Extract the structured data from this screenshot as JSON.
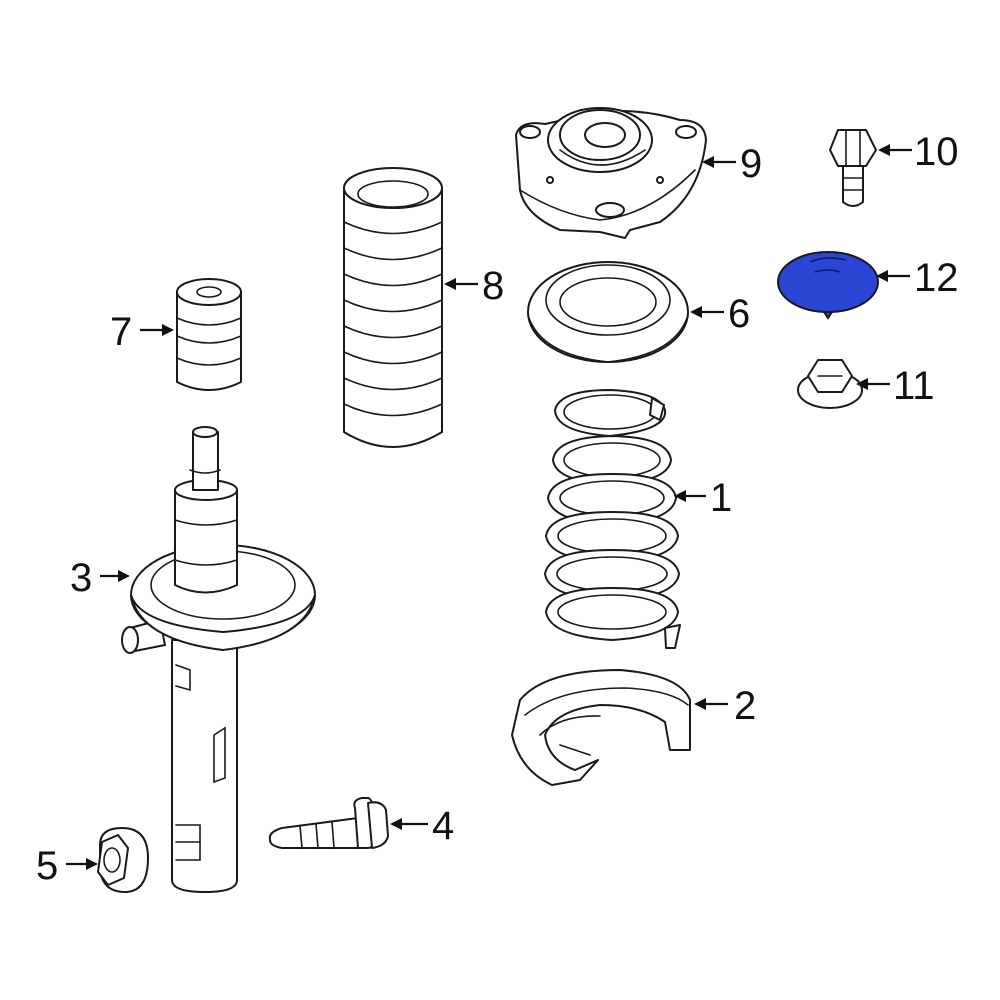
{
  "diagram": {
    "highlight_color": "#2b45d4",
    "line_color": "#1a1a1a",
    "callouts": [
      {
        "id": "1",
        "label": "1"
      },
      {
        "id": "2",
        "label": "2"
      },
      {
        "id": "3",
        "label": "3"
      },
      {
        "id": "4",
        "label": "4"
      },
      {
        "id": "5",
        "label": "5"
      },
      {
        "id": "6",
        "label": "6"
      },
      {
        "id": "7",
        "label": "7"
      },
      {
        "id": "8",
        "label": "8"
      },
      {
        "id": "9",
        "label": "9"
      },
      {
        "id": "10",
        "label": "10"
      },
      {
        "id": "11",
        "label": "11"
      },
      {
        "id": "12",
        "label": "12",
        "highlighted": true
      }
    ]
  }
}
